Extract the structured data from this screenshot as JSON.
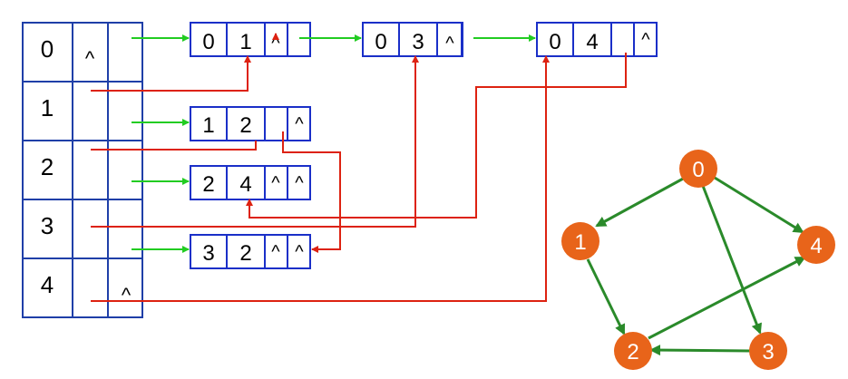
{
  "vertex_table": {
    "rows": [
      {
        "id": "0",
        "in_ptr": "^",
        "out_ptr": ""
      },
      {
        "id": "1",
        "in_ptr": "",
        "out_ptr": ""
      },
      {
        "id": "2",
        "in_ptr": "",
        "out_ptr": ""
      },
      {
        "id": "3",
        "in_ptr": "",
        "out_ptr": ""
      },
      {
        "id": "4",
        "in_ptr": "",
        "out_ptr": "^"
      }
    ]
  },
  "arc_nodes": [
    {
      "tail": "0",
      "head": "1",
      "hlink": "^",
      "tlink": ""
    },
    {
      "tail": "0",
      "head": "3",
      "hlink": "^",
      "tlink": ""
    },
    {
      "tail": "0",
      "head": "4",
      "hlink": "",
      "tlink": "^"
    },
    {
      "tail": "1",
      "head": "2",
      "hlink": "",
      "tlink": "^"
    },
    {
      "tail": "2",
      "head": "4",
      "hlink": "^",
      "tlink": "^"
    },
    {
      "tail": "3",
      "head": "2",
      "hlink": "^",
      "tlink": "^"
    }
  ],
  "graph": {
    "nodes": [
      "0",
      "1",
      "2",
      "3",
      "4"
    ],
    "edges": [
      [
        "0",
        "1"
      ],
      [
        "0",
        "4"
      ],
      [
        "0",
        "3"
      ],
      [
        "1",
        "2"
      ],
      [
        "3",
        "2"
      ],
      [
        "2",
        "4"
      ]
    ]
  },
  "colors": {
    "grid": "#1f3fa8",
    "node_box": "#1a2fc8",
    "green_arrow": "#22cc22",
    "red_arrow": "#dd2211",
    "graph_node": "#e8641a",
    "graph_edge": "#2a8a2a"
  }
}
